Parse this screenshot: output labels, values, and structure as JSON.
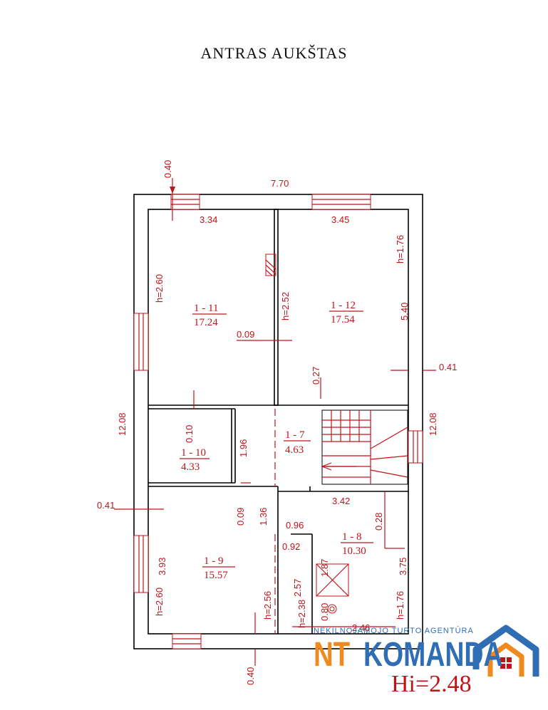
{
  "title": "ANTRAS AUKŠTAS",
  "dimensions": {
    "top_width": "7.70",
    "wall_offset_top": "0.40",
    "room11_width": "3.34",
    "room12_width": "3.45",
    "h_176_top": "h=1.76",
    "h_260_left": "h=2.60",
    "h_252": "h=2.52",
    "d_540": "5.40",
    "d_009_a": "0.09",
    "d_041_right": "0.41",
    "d_027": "0.27",
    "d_1208_left": "12.08",
    "d_1208_right": "12.08",
    "d_010": "0.10",
    "d_196": "1.96",
    "d_041_left": "0.41",
    "d_009_b": "0.09",
    "d_136": "1.36",
    "d_342": "3.42",
    "d_028": "0.28",
    "d_096": "0.96",
    "d_092": "0.92",
    "d_393": "3.93",
    "d_187": "1.87",
    "d_375": "3.75",
    "d_257": "2.57",
    "h_260_bottom": "h=2.60",
    "h_256": "h=2.56",
    "h_238": "h=2.38",
    "d_080": "0.80",
    "d_246": "2.46",
    "h_176_bottom": "h=1.76",
    "wall_offset_bottom": "0.40"
  },
  "rooms": {
    "r11": {
      "id": "1 - 11",
      "area": "17.24"
    },
    "r12": {
      "id": "1 - 12",
      "area": "17.54"
    },
    "r10": {
      "id": "1 - 10",
      "area": "4.33"
    },
    "r7": {
      "id": "1 - 7",
      "area": "4.63"
    },
    "r8": {
      "id": "1 - 8",
      "area": "10.30"
    },
    "r9": {
      "id": "1 - 9",
      "area": "15.57"
    }
  },
  "ceiling_height": "Hi=2.48",
  "agency": {
    "subtitle": "NEKILNOJAMOJO TURTO AGENTŪRA",
    "brand_nt": "NT",
    "brand_komanda": "KOMANDA"
  },
  "colors": {
    "dimension": "#c0141b",
    "brand_orange": "#f08a1e",
    "brand_blue": "#2f6eb5"
  },
  "icons": [
    "house-logo-icon",
    "stairs-icon",
    "shower-icon",
    "chimney-icon"
  ]
}
